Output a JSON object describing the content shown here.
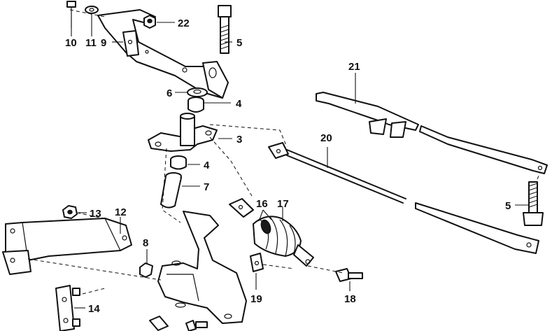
{
  "diagram": {
    "callouts": [
      {
        "id": "10",
        "label": "10"
      },
      {
        "id": "11",
        "label": "11"
      },
      {
        "id": "9",
        "label": "9"
      },
      {
        "id": "22",
        "label": "22"
      },
      {
        "id": "5a",
        "label": "5"
      },
      {
        "id": "6",
        "label": "6"
      },
      {
        "id": "4a",
        "label": "4"
      },
      {
        "id": "3",
        "label": "3"
      },
      {
        "id": "4b",
        "label": "4"
      },
      {
        "id": "7",
        "label": "7"
      },
      {
        "id": "13",
        "label": "13"
      },
      {
        "id": "12",
        "label": "12"
      },
      {
        "id": "8",
        "label": "8"
      },
      {
        "id": "14",
        "label": "14"
      },
      {
        "id": "16",
        "label": "16"
      },
      {
        "id": "17",
        "label": "17"
      },
      {
        "id": "19",
        "label": "19"
      },
      {
        "id": "18",
        "label": "18"
      },
      {
        "id": "20",
        "label": "20"
      },
      {
        "id": "21",
        "label": "21"
      },
      {
        "id": "5b",
        "label": "5"
      }
    ]
  }
}
